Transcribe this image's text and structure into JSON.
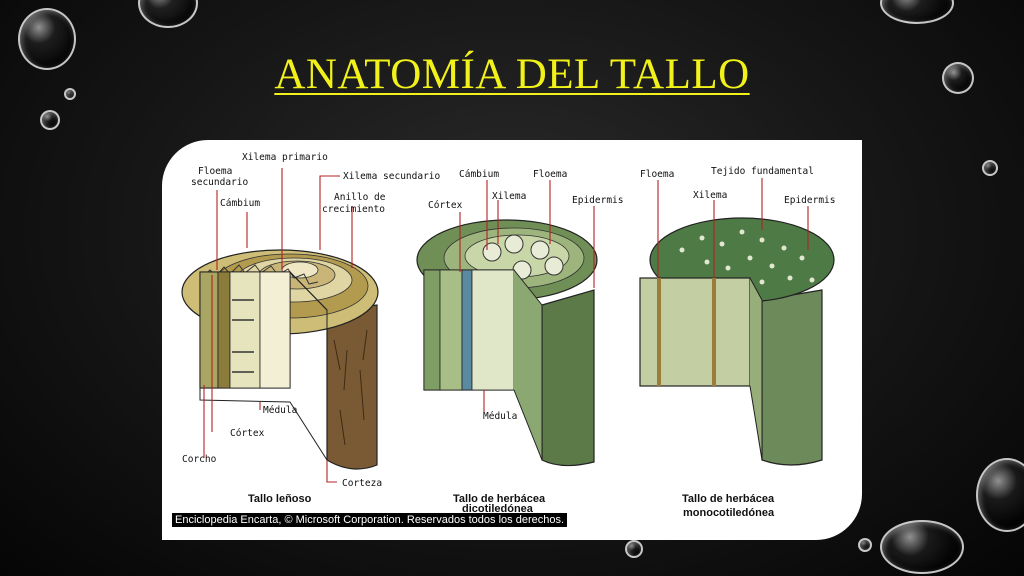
{
  "slide": {
    "title": "ANATOMÍA DEL TALLO",
    "title_color": "#f2f21a",
    "background_color": "#111111"
  },
  "figure": {
    "copyright": "Enciclopedia Encarta, © Microsoft Corporation. Reservados todos los derechos.",
    "woody": {
      "caption": "Tallo leñoso",
      "labels": {
        "xilema_primario": "Xilema primario",
        "floema_secundario_1": "Floema",
        "floema_secundario_2": "secundario",
        "xilema_secundario": "Xilema secundario",
        "cambium": "Cámbium",
        "anillo_1": "Anillo de",
        "anillo_2": "crecimiento",
        "medula": "Médula",
        "cortex": "Córtex",
        "corcho": "Corcho",
        "corteza": "Corteza"
      }
    },
    "dicot": {
      "caption_1": "Tallo de herbácea",
      "caption_2": "dicotiledónea",
      "labels": {
        "cambium": "Cámbium",
        "floema": "Floema",
        "xilema": "Xilema",
        "cortex": "Córtex",
        "epidermis": "Epidermis",
        "medula": "Médula"
      }
    },
    "monocot": {
      "caption_1": "Tallo de herbácea",
      "caption_2": "monocotiledónea",
      "labels": {
        "floema": "Floema",
        "tejido_fundamental": "Tejido fundamental",
        "xilema": "Xilema",
        "epidermis": "Epidermis"
      }
    }
  }
}
